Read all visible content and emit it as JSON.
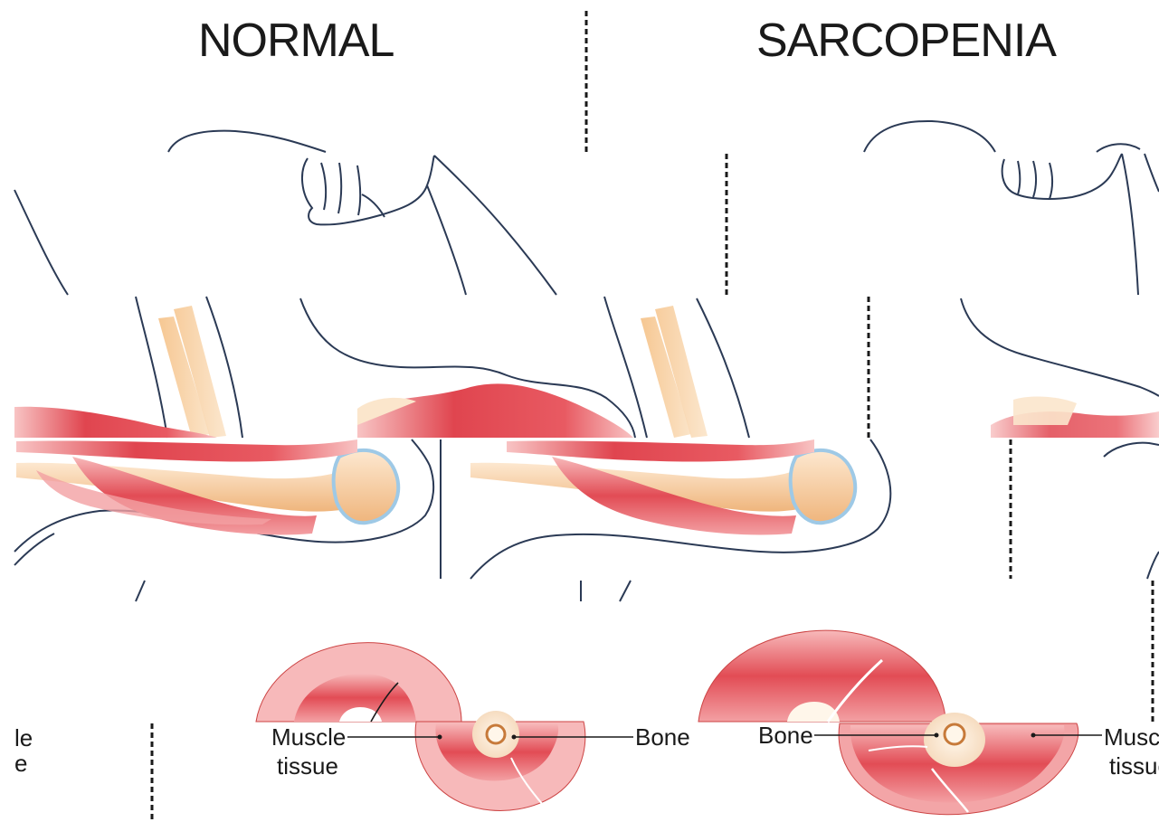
{
  "headings": {
    "normal": "NORMAL",
    "sarcopenia": "SARCOPENIA"
  },
  "labels": {
    "normal_muscle_line1": "Muscle",
    "normal_muscle_line2": "tissue",
    "normal_bone": "Bone",
    "sarco_bone": "Bone",
    "sarco_muscle_line1": "Muscle",
    "sarco_muscle_line2": "tissue",
    "left_fragment_line1": "le",
    "left_fragment_line2": "e"
  },
  "colors": {
    "muscle_dark": "#e0454f",
    "muscle_mid": "#f07a80",
    "muscle_light": "#f8c4c4",
    "muscle_pale": "#fbe0df",
    "bone": "#f2c08a",
    "bone_light": "#fbe6cc",
    "joint": "#9ec9e6",
    "outline": "#2b3a55"
  }
}
